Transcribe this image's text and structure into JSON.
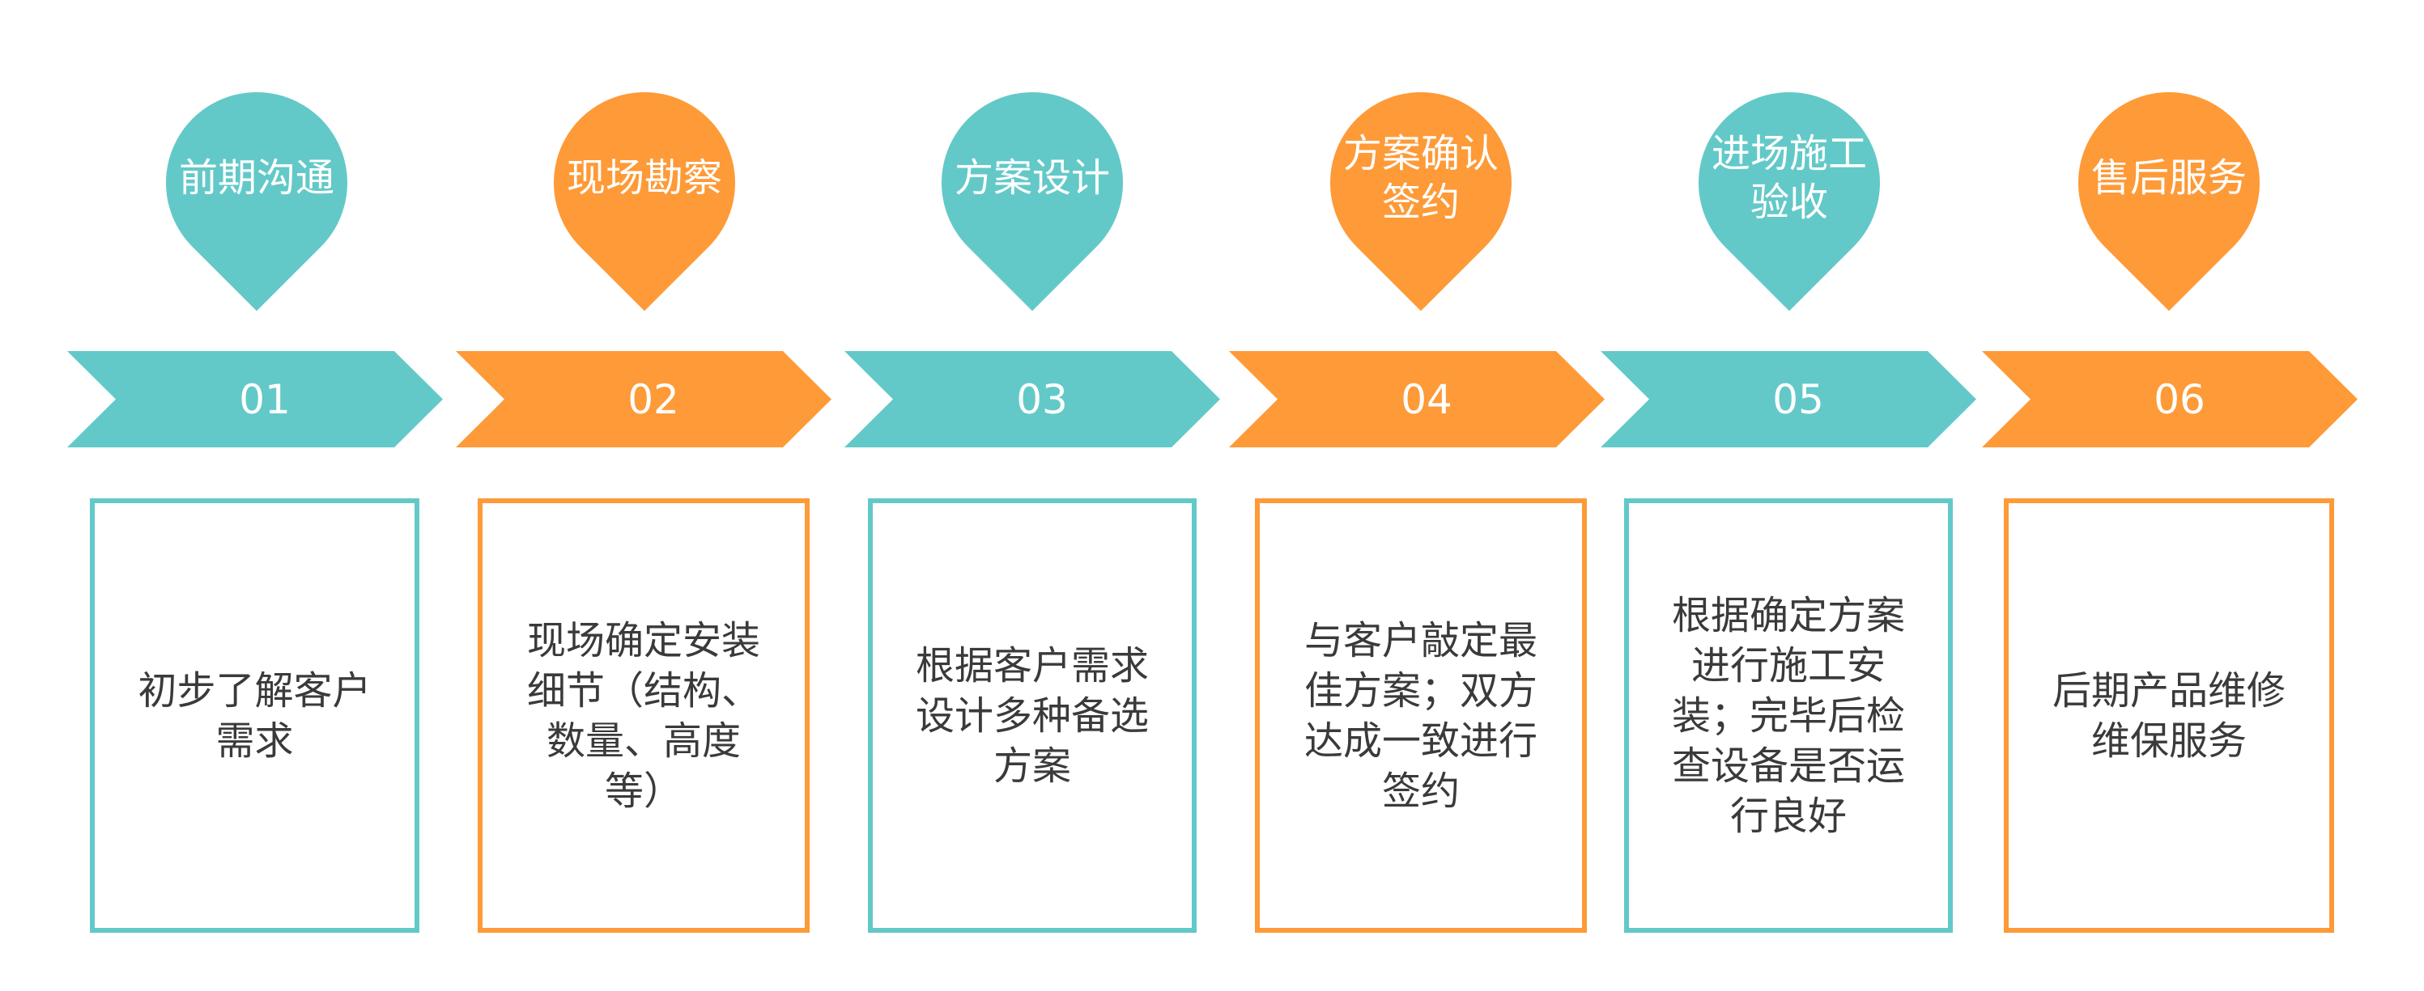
{
  "colors": {
    "teal": "#63C9C8",
    "orange": "#FE9A37",
    "text": "#3A3A3A",
    "label": "#FFFFFF"
  },
  "steps": [
    {
      "number": "01",
      "title": "前期沟通",
      "description": "初步了解客户\n需求",
      "color": "teal"
    },
    {
      "number": "02",
      "title": "现场勘察",
      "description": "现场确定安装\n细节（结构、\n数量、高度\n等）",
      "color": "orange"
    },
    {
      "number": "03",
      "title": "方案设计",
      "description": "根据客户需求\n设计多种备选\n方案",
      "color": "teal"
    },
    {
      "number": "04",
      "title": "方案确认\n签约",
      "description": "与客户敲定最\n佳方案；双方\n达成一致进行\n签约",
      "color": "orange"
    },
    {
      "number": "05",
      "title": "进场施工\n验收",
      "description": "根据确定方案\n进行施工安\n装；完毕后检\n查设备是否运\n行良好",
      "color": "teal"
    },
    {
      "number": "06",
      "title": "售后服务",
      "description": "后期产品维修\n维保服务",
      "color": "orange"
    }
  ]
}
